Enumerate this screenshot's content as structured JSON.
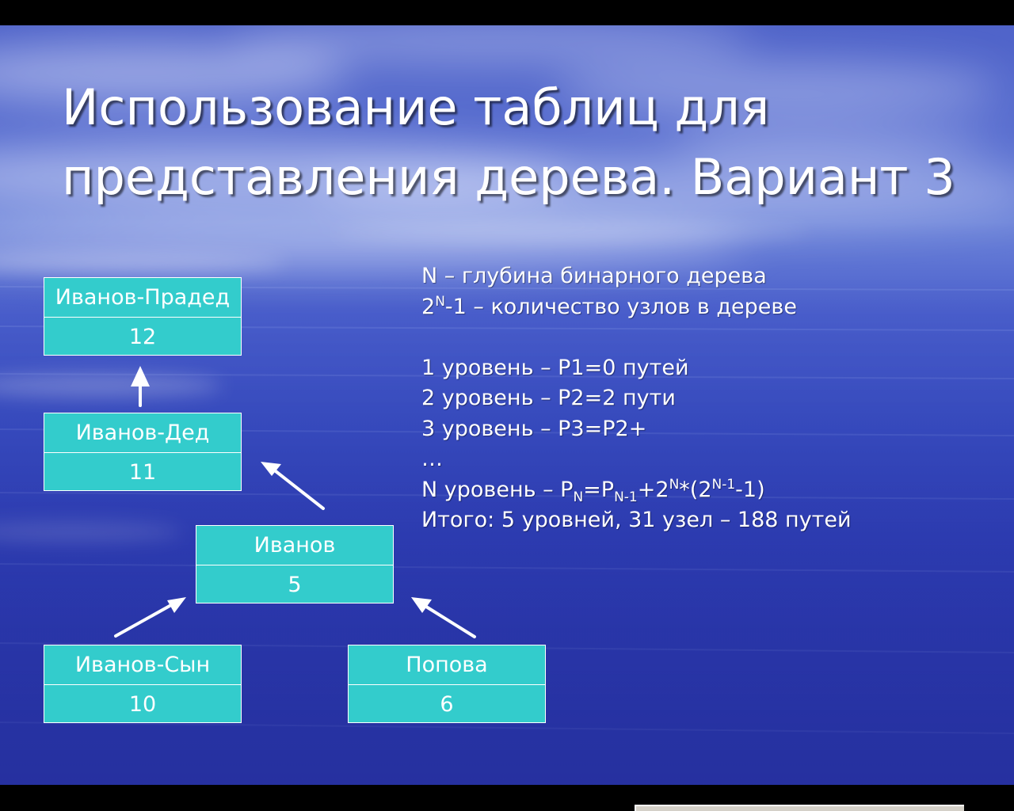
{
  "slide": {
    "title_lines": [
      "Использование таблиц для",
      "представления дерева. Вариант 3"
    ]
  },
  "nodes": [
    {
      "name": "Иванов-Прадед",
      "id": "12"
    },
    {
      "name": "Иванов-Дед",
      "id": "11"
    },
    {
      "name": "Иванов",
      "id": "5"
    },
    {
      "name": "Иванов-Сын",
      "id": "10"
    },
    {
      "name": "Попова",
      "id": "6"
    }
  ],
  "info": {
    "line1": "N – глубина бинарного дерева",
    "line2_base": "2",
    "line2_sup": "N",
    "line2_rest": "-1 – количество узлов в дереве",
    "line3": "1 уровень – P1=0 путей",
    "line4": "2 уровень – P2=2 пути",
    "line5": "3 уровень – P3=P2+",
    "line6": "…",
    "line7_a": "N уровень – P",
    "line7_sub1": "N",
    "line7_b": "=P",
    "line7_sub2": "N-1",
    "line7_c": "+2",
    "line7_sup1": "N",
    "line7_d": "*(2",
    "line7_sup2": "N-1",
    "line7_e": "-1)",
    "line8": "Итого: 5 уровней, 31 узел – 188 путей"
  },
  "colors": {
    "node_fill": "#33cccc",
    "node_border": "#ffffff",
    "text": "#ffffff",
    "background": "#3a4fc2"
  }
}
